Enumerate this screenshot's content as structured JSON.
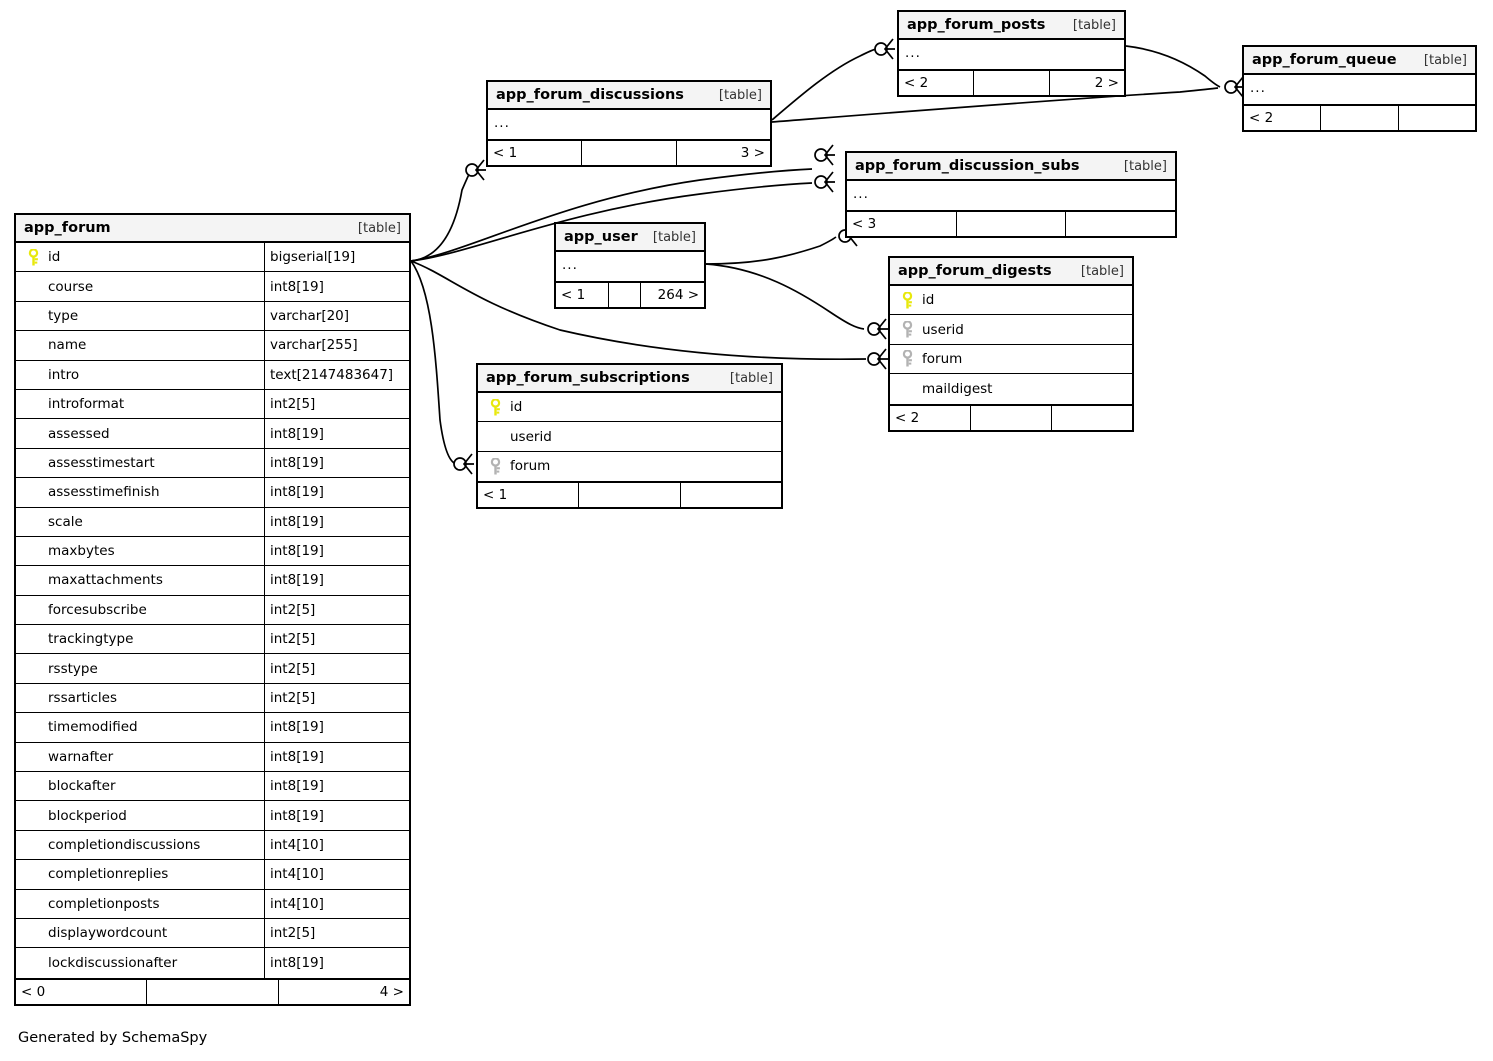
{
  "diagram": {
    "caption": "Generated by SchemaSpy",
    "table_tag": "[table]",
    "ellipsis": "..."
  },
  "tables": {
    "app_forum": {
      "name": "app_forum",
      "tag": "[table]",
      "columns": [
        {
          "name": "id",
          "type": "bigserial[19]",
          "key": "primary"
        },
        {
          "name": "course",
          "type": "int8[19]",
          "key": "none"
        },
        {
          "name": "type",
          "type": "varchar[20]",
          "key": "none"
        },
        {
          "name": "name",
          "type": "varchar[255]",
          "key": "none"
        },
        {
          "name": "intro",
          "type": "text[2147483647]",
          "key": "none"
        },
        {
          "name": "introformat",
          "type": "int2[5]",
          "key": "none"
        },
        {
          "name": "assessed",
          "type": "int8[19]",
          "key": "none"
        },
        {
          "name": "assesstimestart",
          "type": "int8[19]",
          "key": "none"
        },
        {
          "name": "assesstimefinish",
          "type": "int8[19]",
          "key": "none"
        },
        {
          "name": "scale",
          "type": "int8[19]",
          "key": "none"
        },
        {
          "name": "maxbytes",
          "type": "int8[19]",
          "key": "none"
        },
        {
          "name": "maxattachments",
          "type": "int8[19]",
          "key": "none"
        },
        {
          "name": "forcesubscribe",
          "type": "int2[5]",
          "key": "none"
        },
        {
          "name": "trackingtype",
          "type": "int2[5]",
          "key": "none"
        },
        {
          "name": "rsstype",
          "type": "int2[5]",
          "key": "none"
        },
        {
          "name": "rssarticles",
          "type": "int2[5]",
          "key": "none"
        },
        {
          "name": "timemodified",
          "type": "int8[19]",
          "key": "none"
        },
        {
          "name": "warnafter",
          "type": "int8[19]",
          "key": "none"
        },
        {
          "name": "blockafter",
          "type": "int8[19]",
          "key": "none"
        },
        {
          "name": "blockperiod",
          "type": "int8[19]",
          "key": "none"
        },
        {
          "name": "completiondiscussions",
          "type": "int4[10]",
          "key": "none"
        },
        {
          "name": "completionreplies",
          "type": "int4[10]",
          "key": "none"
        },
        {
          "name": "completionposts",
          "type": "int4[10]",
          "key": "none"
        },
        {
          "name": "displaywordcount",
          "type": "int2[5]",
          "key": "none"
        },
        {
          "name": "lockdiscussionafter",
          "type": "int8[19]",
          "key": "none"
        }
      ],
      "footer": {
        "left": "< 0",
        "middle": "",
        "right": "4 >"
      }
    },
    "app_forum_discussions": {
      "name": "app_forum_discussions",
      "tag": "[table]",
      "collapsed": "...",
      "footer": {
        "left": "< 1",
        "middle": "",
        "right": "3 >"
      }
    },
    "app_forum_posts": {
      "name": "app_forum_posts",
      "tag": "[table]",
      "collapsed": "...",
      "footer": {
        "left": "< 2",
        "middle": "",
        "right": "2 >"
      }
    },
    "app_forum_queue": {
      "name": "app_forum_queue",
      "tag": "[table]",
      "collapsed": "...",
      "footer": {
        "left": "< 2",
        "middle": "",
        "right": ""
      }
    },
    "app_forum_discussion_subs": {
      "name": "app_forum_discussion_subs",
      "tag": "[table]",
      "collapsed": "...",
      "footer": {
        "left": "< 3",
        "middle": "",
        "right": ""
      }
    },
    "app_user": {
      "name": "app_user",
      "tag": "[table]",
      "collapsed": "...",
      "footer": {
        "left": "< 1",
        "middle": "",
        "right": "264 >"
      }
    },
    "app_forum_digests": {
      "name": "app_forum_digests",
      "tag": "[table]",
      "columns": [
        {
          "name": "id",
          "key": "primary"
        },
        {
          "name": "userid",
          "key": "foreign"
        },
        {
          "name": "forum",
          "key": "foreign"
        },
        {
          "name": "maildigest",
          "key": "none"
        }
      ],
      "footer": {
        "left": "< 2",
        "middle": "",
        "right": ""
      }
    },
    "app_forum_subscriptions": {
      "name": "app_forum_subscriptions",
      "tag": "[table]",
      "columns": [
        {
          "name": "id",
          "key": "primary"
        },
        {
          "name": "userid",
          "key": "none"
        },
        {
          "name": "forum",
          "key": "foreign"
        }
      ],
      "footer": {
        "left": "< 1",
        "middle": "",
        "right": ""
      }
    }
  },
  "colors": {
    "primary_key": "#e8e80c",
    "foreign_key": "#b3b3b3",
    "header_bg": "#f4f4f4",
    "border": "#000000",
    "background": "#ffffff"
  }
}
